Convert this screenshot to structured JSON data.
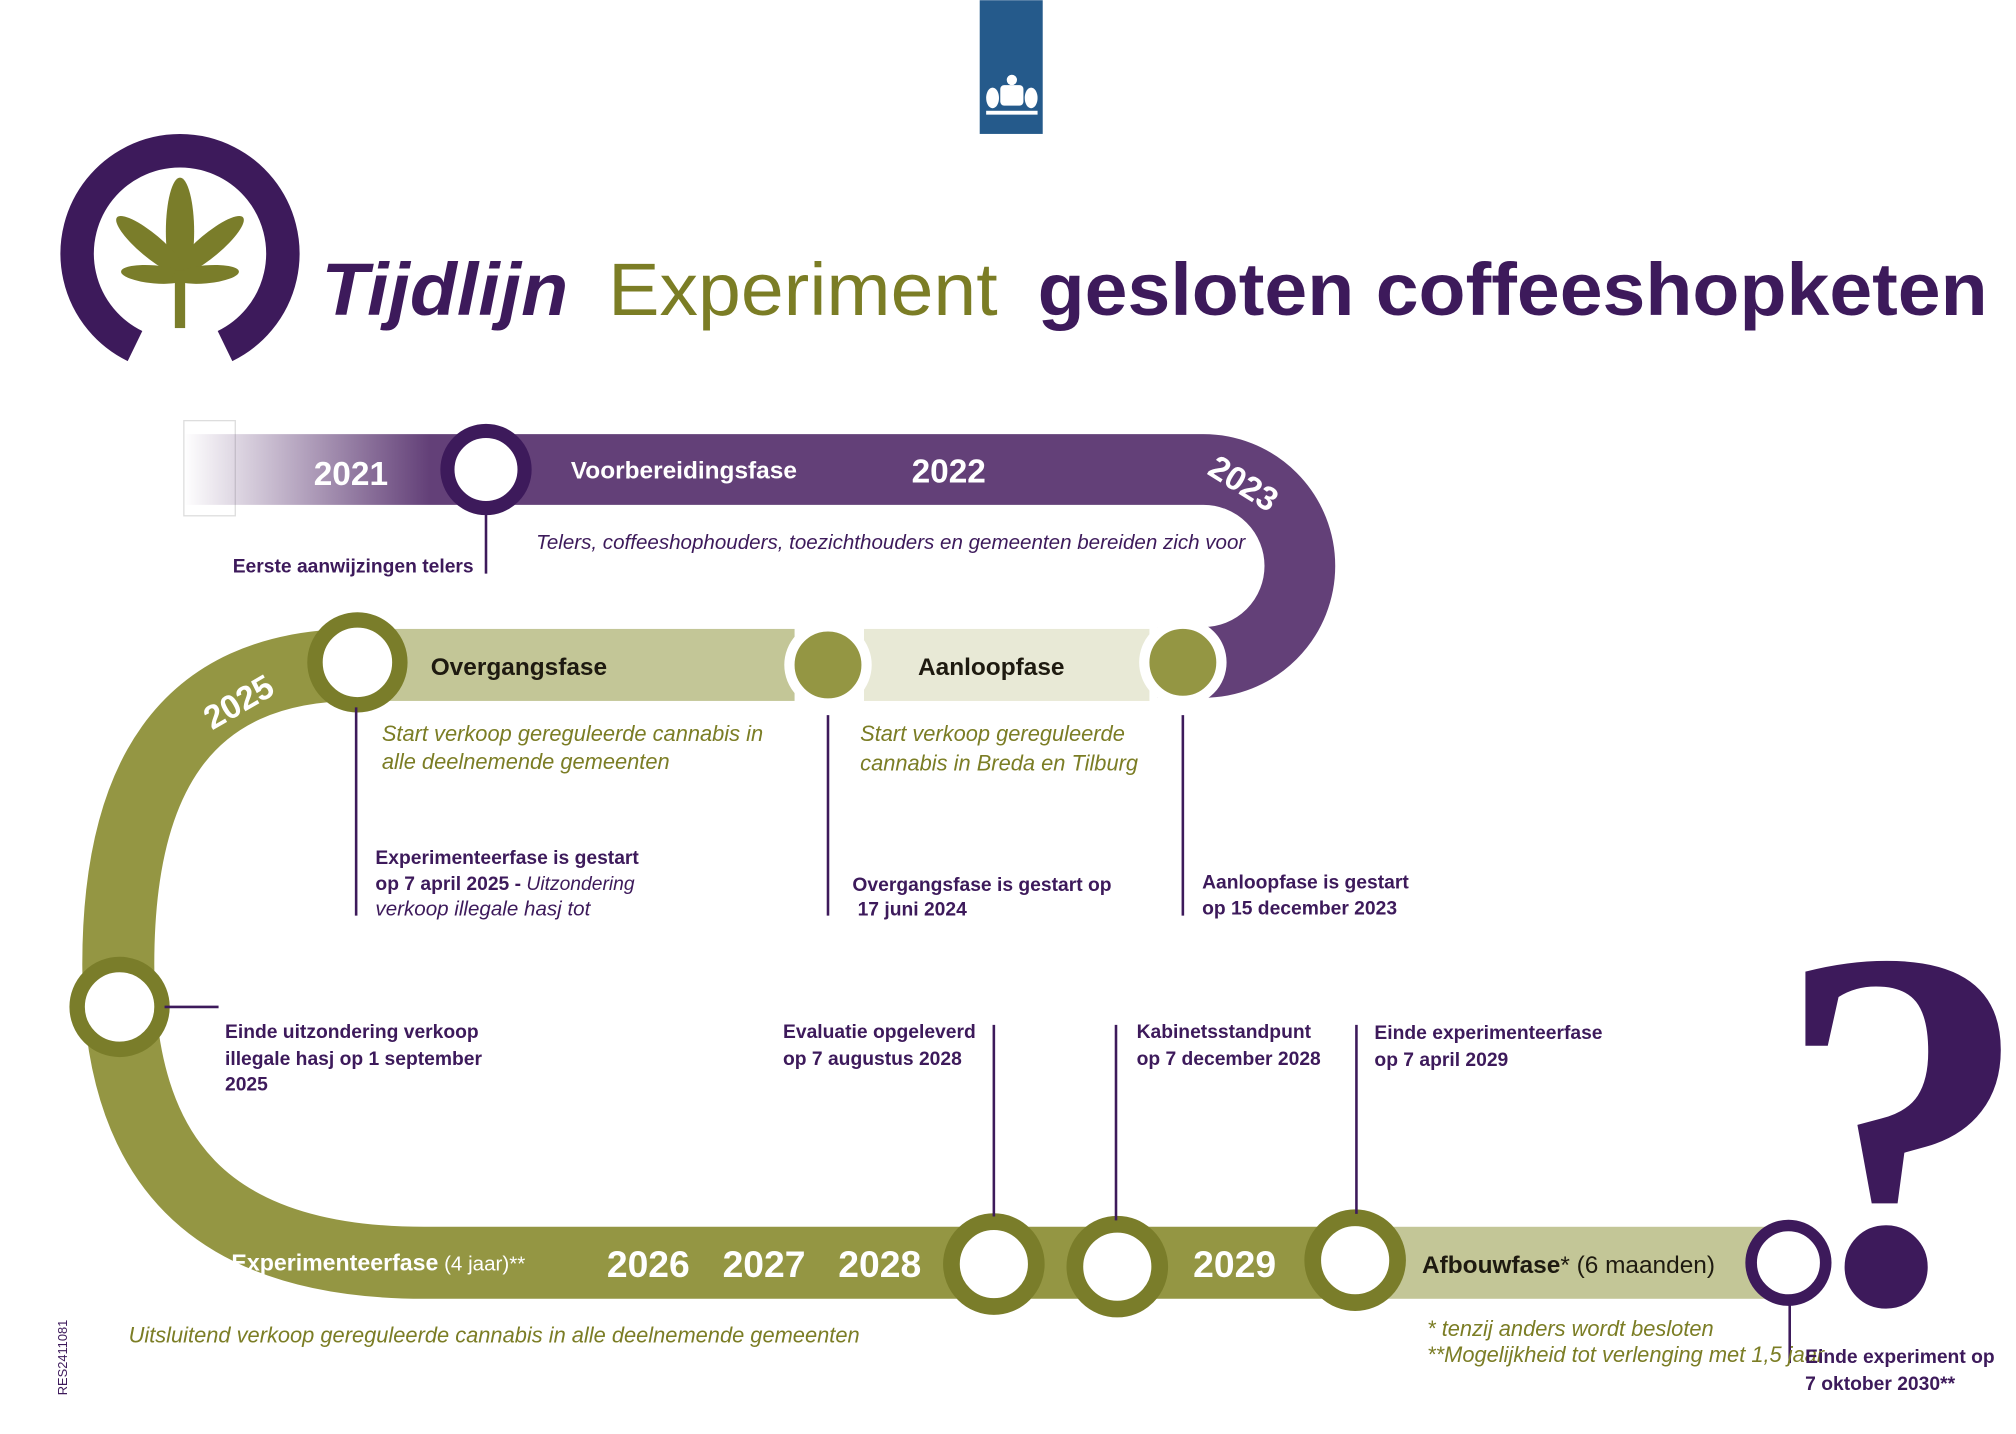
{
  "title": {
    "part1": "Tijdlijn",
    "part2": "Experiment",
    "part3": "gesloten coffeeshopketen"
  },
  "colors": {
    "purple": "#3d1a5b",
    "purple_band": "#634078",
    "olive": "#949643",
    "olive_dark": "#7a7d2a",
    "pale_green": "#c3c697",
    "paler_green": "#e8e9d6",
    "gov_blue": "#255a8b"
  },
  "top": {
    "year_2021": "2021",
    "phase": "Voorbereidingsfase",
    "year_2022": "2022",
    "year_2023": "2023",
    "event_label": "Eerste aanwijzingen telers",
    "description": "Telers, coffeeshophouders, toezichthouders en gemeenten bereiden zich voor"
  },
  "middle": {
    "year_2025": "2025",
    "phase_overgang": "Overgangsfase",
    "phase_aanloop": "Aanloopfase",
    "overgang_desc": [
      "Start verkoop gereguleerde cannabis in",
      "alle deelnemende gemeenten"
    ],
    "aanloop_desc": [
      "Start verkoop gereguleerde",
      "cannabis in Breda en Tilburg"
    ],
    "event_experiment": {
      "line1": "Experimenteerfase is gestart",
      "line2_bold": "op 7 april 2025 - ",
      "line2_italic": "Uitzondering",
      "line3": "verkoop illegale hasj tot"
    },
    "event_overgang": [
      "Overgangsfase is gestart op",
      "17 juni 2024"
    ],
    "event_aanloop": [
      "Aanloopfase is gestart",
      "op 15 december 2023"
    ]
  },
  "bottom": {
    "event_hasj": [
      "Einde uitzondering verkoop",
      "illegale hasj op 1 september",
      "2025"
    ],
    "event_evaluatie": [
      "Evaluatie opgeleverd",
      "op 7 augustus 2028"
    ],
    "event_kabinet": [
      "Kabinetsstandpunt",
      "op 7 december 2028"
    ],
    "event_einde_exp": [
      "Einde experimenteerfase",
      "op 7 april 2029"
    ],
    "phase_experiment": "Experimenteerfase",
    "phase_experiment_note": " (4 jaar)**",
    "year_2026": "2026",
    "year_2027": "2027",
    "year_2028": "2028",
    "year_2029": "2029",
    "phase_afbouw": "Afbouwfase",
    "phase_afbouw_note": "* (6 maanden)",
    "description": "Uitsluitend verkoop gereguleerde cannabis in alle deelnemende gemeenten",
    "footnote1": "* tenzij anders wordt besloten",
    "footnote2": "**Mogelijkheid tot verlenging met 1,5 jaar",
    "event_end": [
      "Einde experiment  op",
      "7 oktober 2030**"
    ],
    "question_mark": "?"
  },
  "doc_code": "RES2411081"
}
